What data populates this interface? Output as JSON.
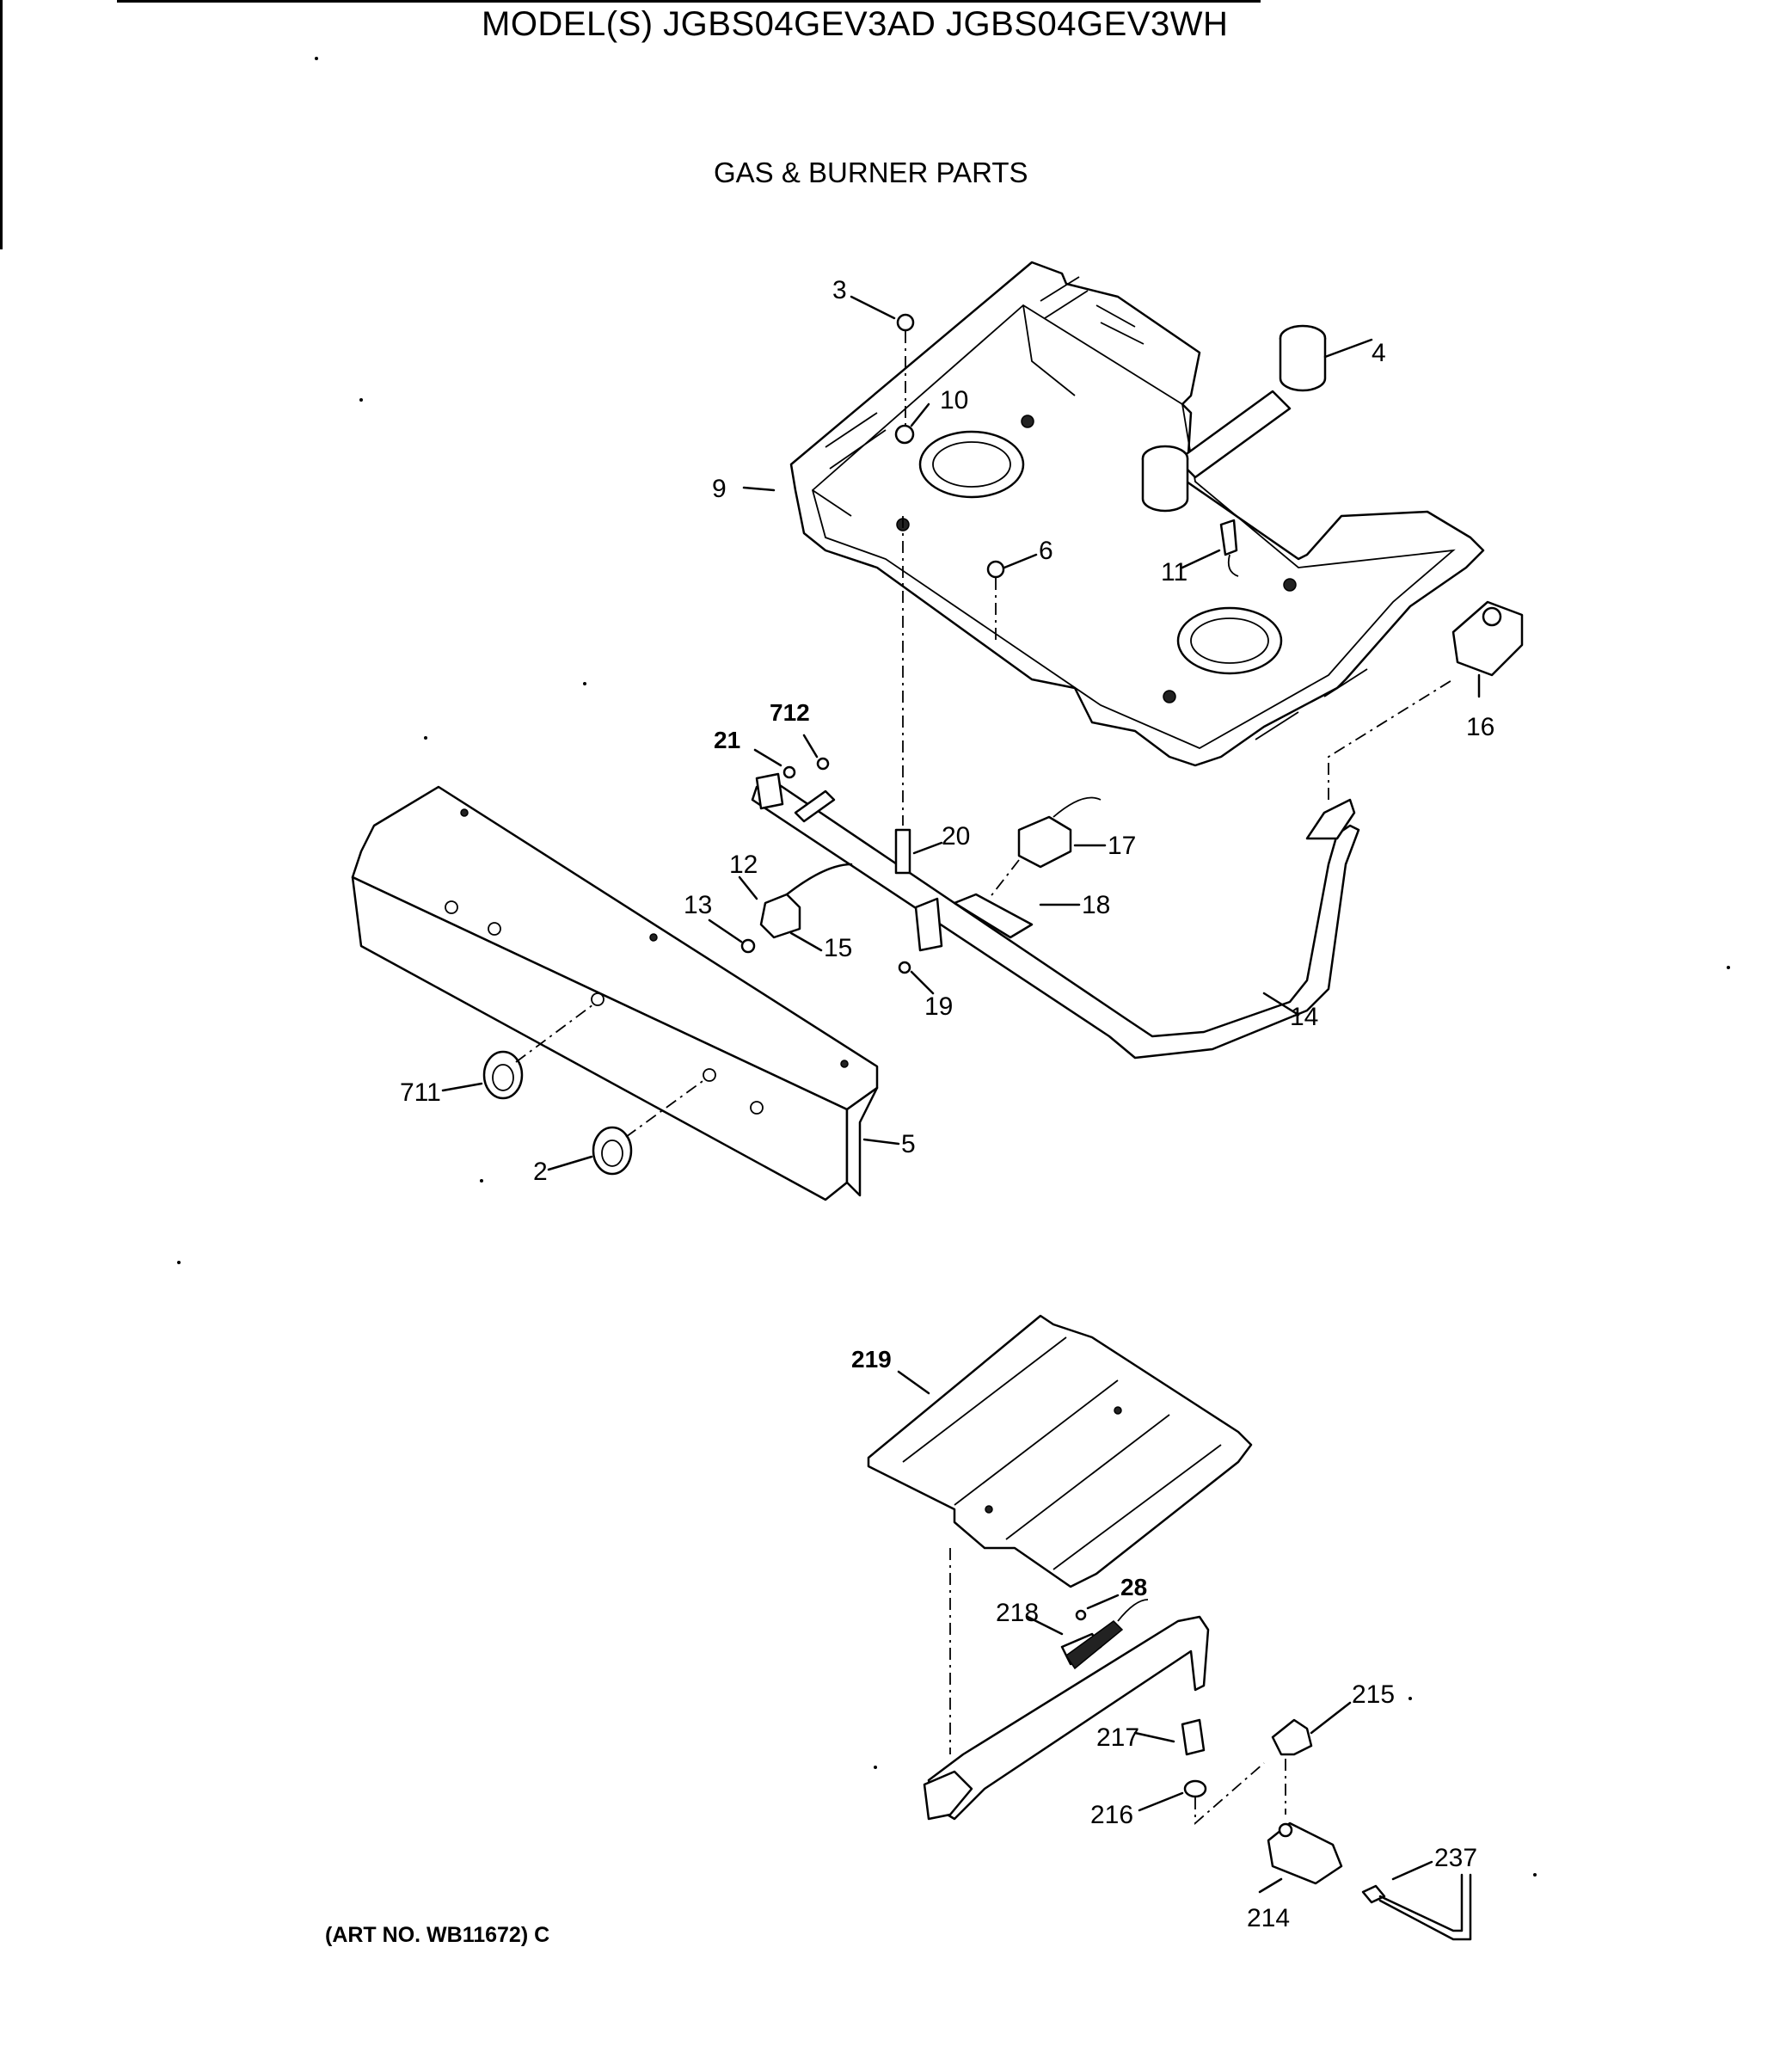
{
  "header": {
    "model_title": "MODEL(S) JGBS04GEV3AD  JGBS04GEV3WH",
    "section_title": "GAS & BURNER PARTS"
  },
  "footer": {
    "art_no": "(ART NO. WB11672) C"
  },
  "callouts": {
    "c3": "3",
    "c4": "4",
    "c10": "10",
    "c9": "9",
    "c6": "6",
    "c11": "11",
    "c16": "16",
    "c712": "712",
    "c21": "21",
    "c20": "20",
    "c17": "17",
    "c12": "12",
    "c13": "13",
    "c18": "18",
    "c15": "15",
    "c19": "19",
    "c14": "14",
    "c711": "711",
    "c5": "5",
    "c2": "2",
    "c219": "219",
    "c28": "28",
    "c218": "218",
    "c215": "215",
    "c217": "217",
    "c216": "216",
    "c237": "237",
    "c214": "214"
  }
}
